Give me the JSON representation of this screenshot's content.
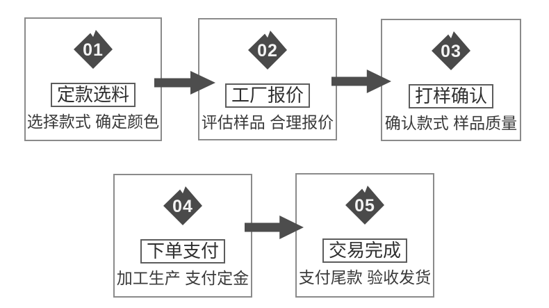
{
  "diagram": {
    "description_label": "order-process-flow",
    "steps": [
      {
        "number": "01",
        "title": "定款选料",
        "subtitle": "选择款式 确定颜色"
      },
      {
        "number": "02",
        "title": "工厂报价",
        "subtitle": "评估样品 合理报价"
      },
      {
        "number": "03",
        "title": "打样确认",
        "subtitle": "确认款式 样品质量"
      },
      {
        "number": "04",
        "title": "下单支付",
        "subtitle": "加工生产 支付定金"
      },
      {
        "number": "05",
        "title": "交易完成",
        "subtitle": "支付尾款 验收发货"
      }
    ]
  },
  "colors": {
    "page_bg": "#ffffff",
    "box_border": "#8a8a8a",
    "title_border": "#5c5c5c",
    "title_text": "#2f2f2f",
    "subtitle_text": "#3a3a3a",
    "diamond": "#4a4a4a",
    "number_text": "#f4f4f4",
    "arrow": "#4d4d4d"
  }
}
